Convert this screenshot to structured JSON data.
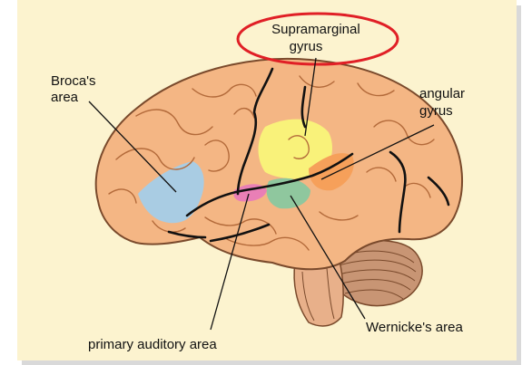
{
  "labels": {
    "supramarginal": [
      "Supramarginal",
      "gyrus"
    ],
    "broca": [
      "Broca's",
      "area"
    ],
    "angular": [
      "angular",
      "gyrus"
    ],
    "auditory": "primary auditory area",
    "wernicke": "Wernicke's area"
  },
  "colors": {
    "panel_bg": "#fcf3cf",
    "cortex": "#f4b684",
    "cortex_outline": "#7a4a2c",
    "broca_region": "#a9cce3",
    "supramarginal_region": "#f9f27a",
    "angular_region": "#f6a05a",
    "wernicke_region": "#8fc79e",
    "auditory_region": "#e97fb6",
    "highlight_ring": "#e01f26",
    "cerebellum": "#c89574"
  }
}
